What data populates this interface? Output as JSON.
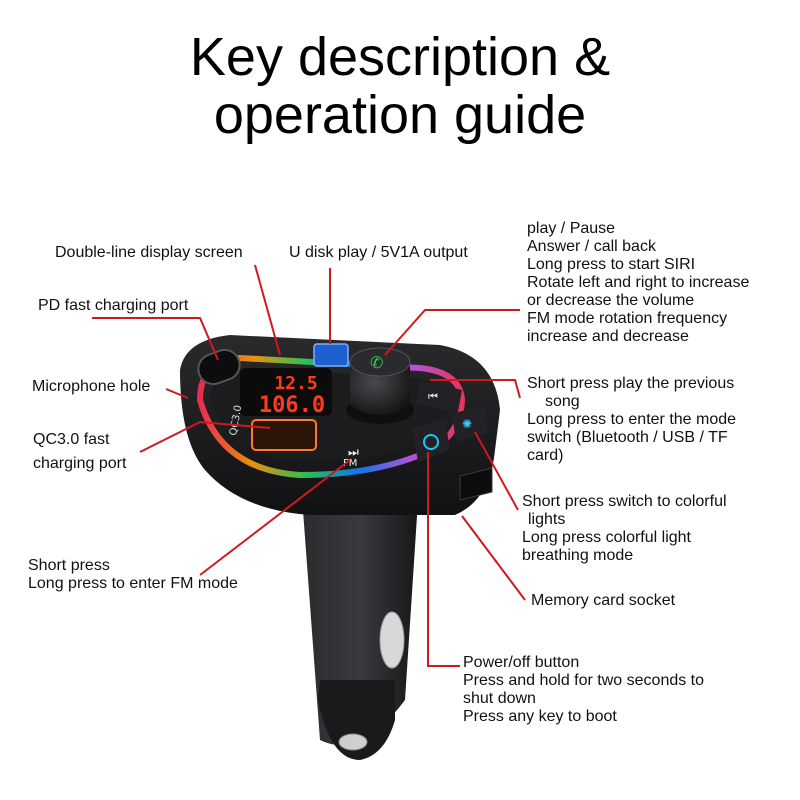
{
  "title": {
    "line1": "Key description &",
    "line2": "operation guide"
  },
  "labels": {
    "display_screen": "Double-line display screen",
    "u_disk": "U disk play / 5V1A output",
    "pd_port": "PD fast charging port",
    "microphone": "Microphone hole",
    "qc_port": [
      "QC3.0 fast",
      "charging port"
    ],
    "fm_button": [
      "Short press",
      "Long press to enter FM mode"
    ],
    "knob": [
      "play / Pause",
      "Answer / call back",
      "Long press to start SIRI",
      "Rotate left and right to increase",
      "or decrease the volume",
      "FM mode rotation frequency",
      "increase and decrease"
    ],
    "prev_button": [
      "Short press play the previous",
      "song",
      "Long press to enter the mode",
      "switch (Bluetooth / USB / TF",
      "card)"
    ],
    "light_button": [
      "Short press switch to colorful",
      "lights",
      "Long press colorful light",
      "breathing mode"
    ],
    "memory_card": "Memory card socket",
    "power_button": [
      "Power/off button",
      "Press and hold for two seconds to",
      "shut down",
      "Press any key to boot"
    ]
  },
  "device": {
    "display_line1": "12.5",
    "display_line2": "106.0",
    "qc_text": "QC3.0",
    "fm_text": "FM"
  },
  "colors": {
    "leader": "#d0191f",
    "body": "#1b1b1d",
    "display": "#ff3a1a",
    "usb_blue": "#2a7fff"
  }
}
